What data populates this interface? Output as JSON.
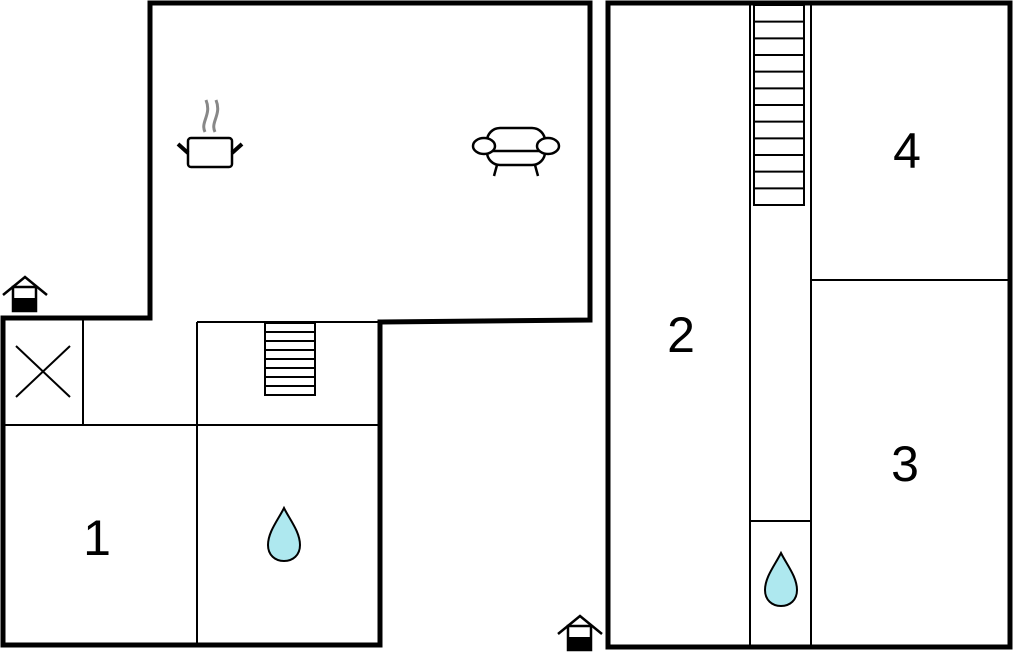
{
  "rooms": [
    {
      "label": "1"
    },
    {
      "label": "2"
    },
    {
      "label": "3"
    },
    {
      "label": "4"
    }
  ],
  "icons": [
    "entrance-icon",
    "kitchen-pot-icon",
    "sofa-icon",
    "stairs-icon",
    "water-drop-icon",
    "void-x-icon"
  ],
  "colors": {
    "wall": "#000000",
    "water": "#aee8ef",
    "steam": "#888888"
  }
}
